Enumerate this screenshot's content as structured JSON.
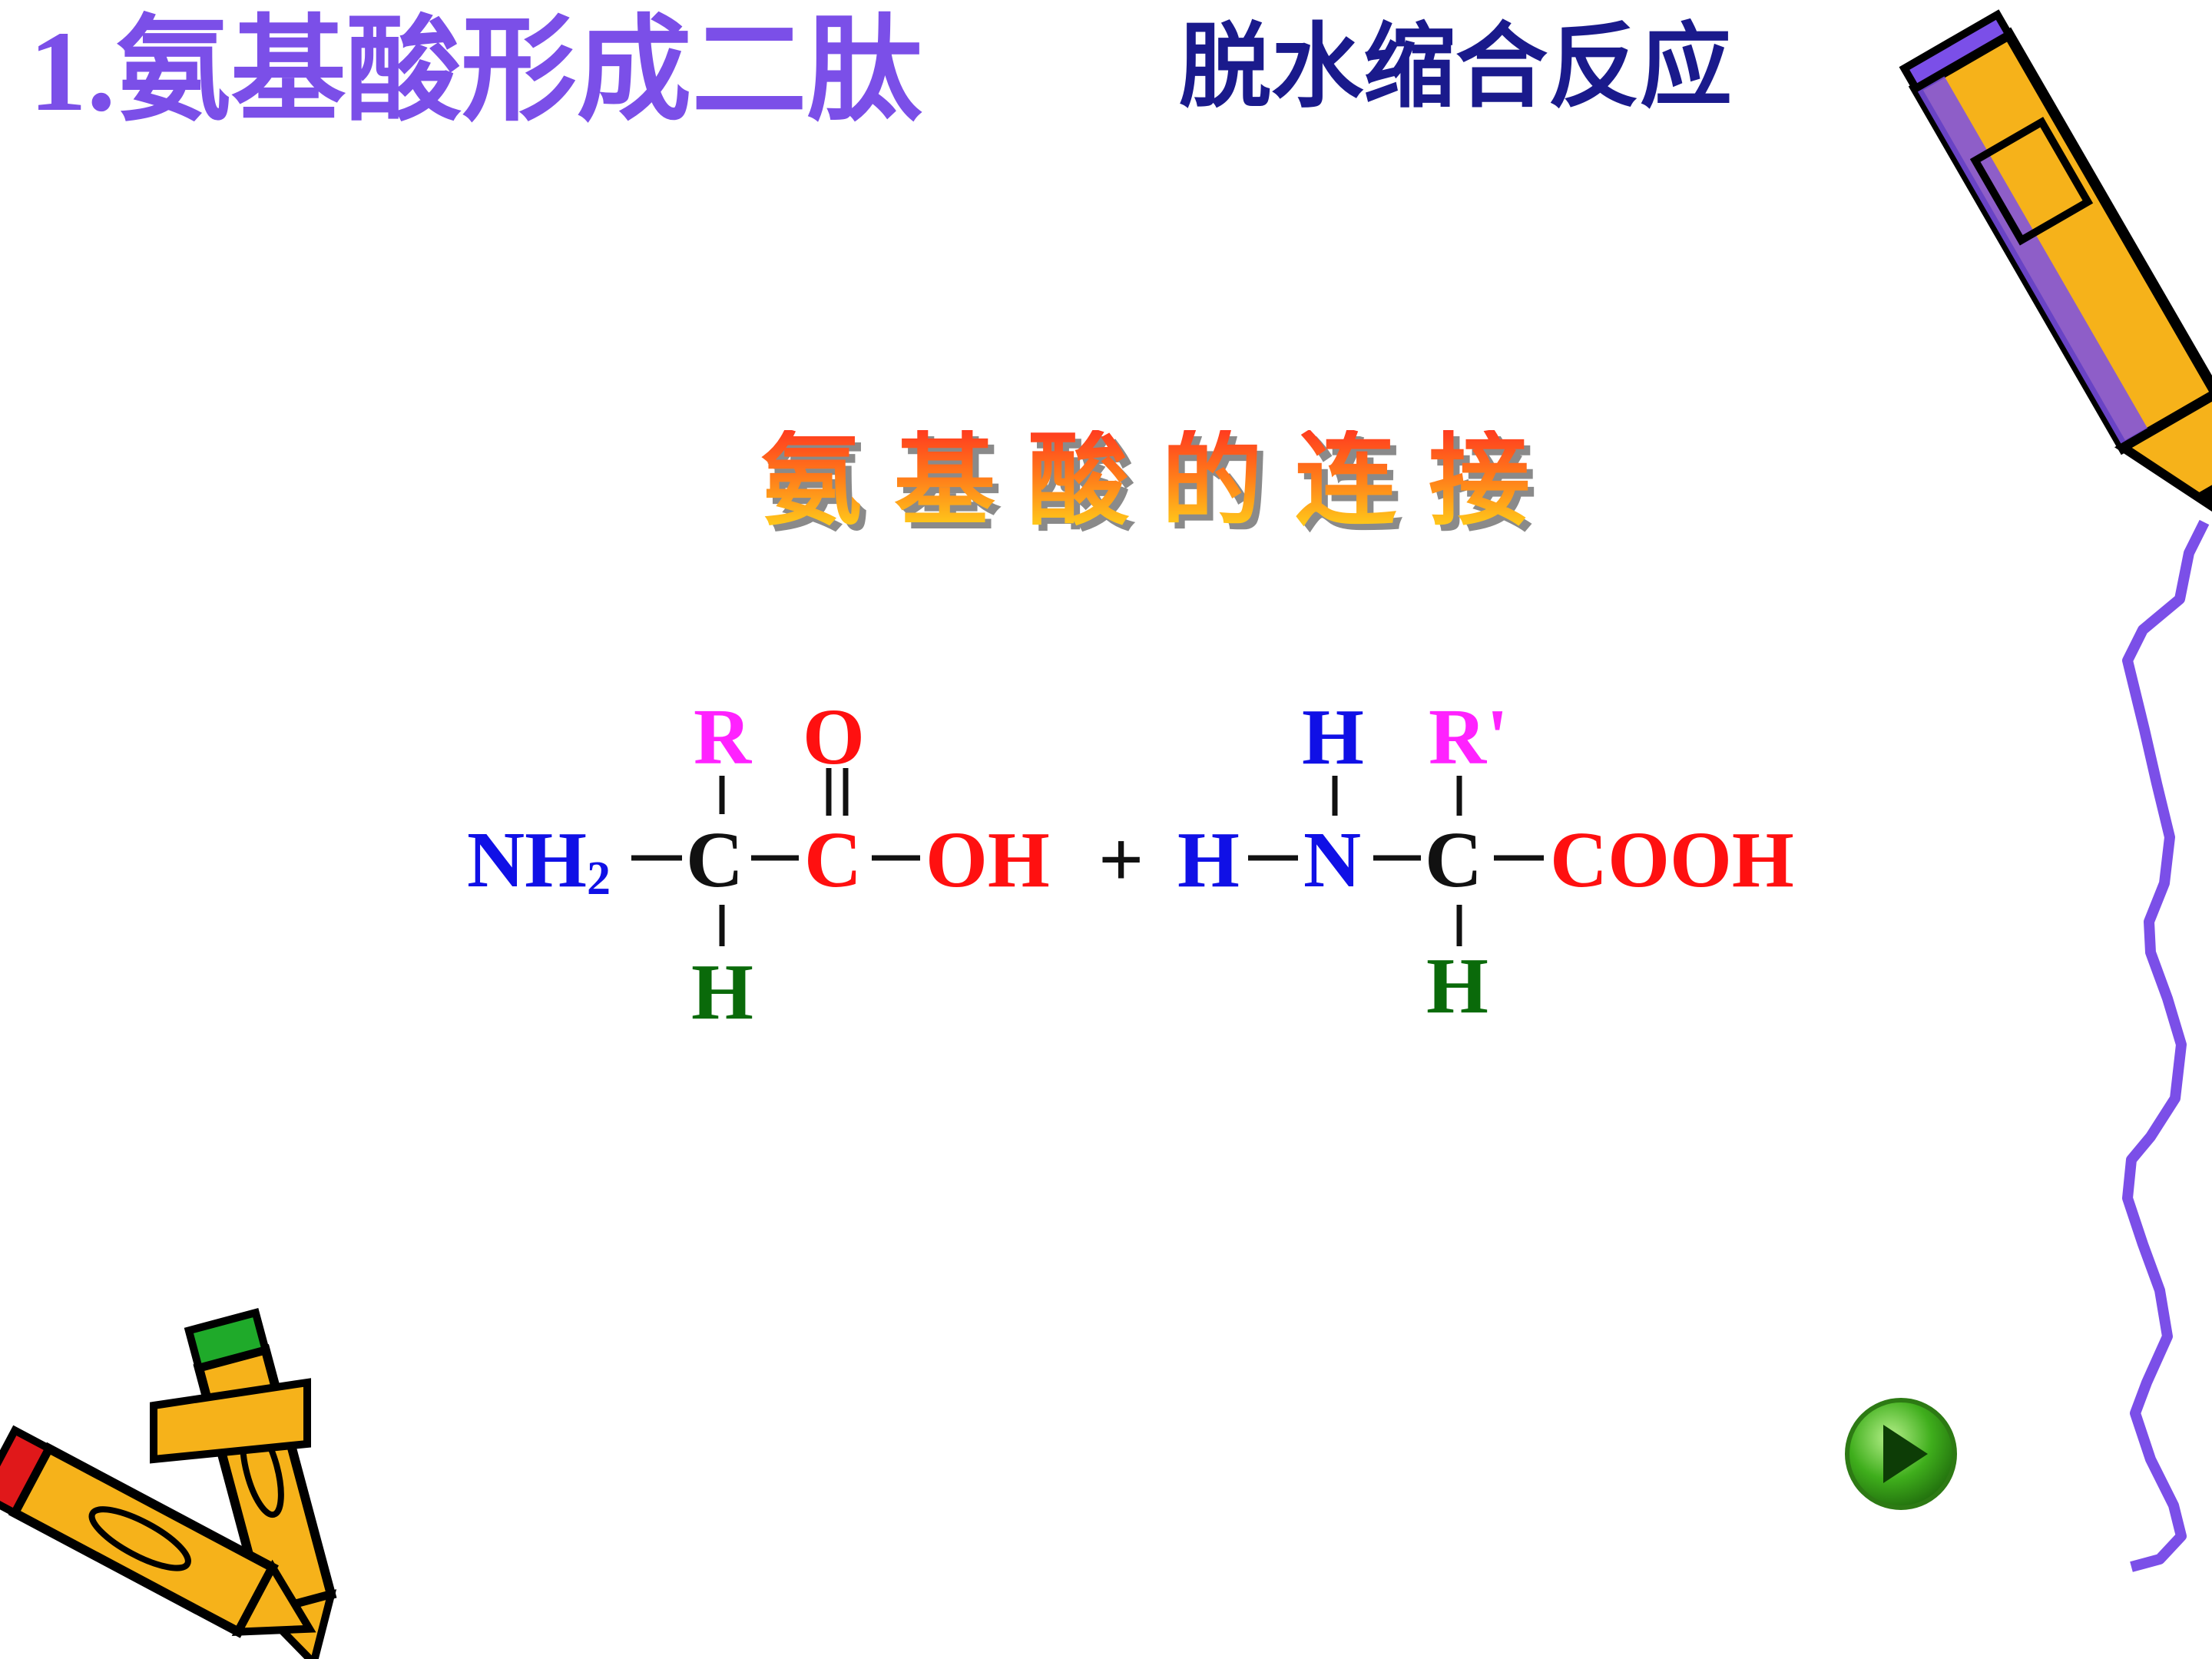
{
  "slide": {
    "title": "1.氨基酸形成二肽",
    "subtitle": "脱水缩合反应",
    "wordart": "氨基酸的连接",
    "colors": {
      "title": "#7b4fe8",
      "subtitle": "#1a1a8c",
      "amino": "#1010e6",
      "carboxyl": "#ff1010",
      "side_chain": "#ff22ff",
      "hydrogen": "#0a6a0a",
      "carbon": "#111111",
      "border_wave": "#7b4fe8"
    }
  },
  "reaction": {
    "amino_acid_1": {
      "amino_group": "NH",
      "amino_subscript": "2",
      "alpha_carbon": "C",
      "carbonyl_carbon": "C",
      "side_chain": "R",
      "carbonyl_oxygen": "O",
      "hydroxyl": "OH",
      "alpha_hydrogen": "H"
    },
    "plus": "+",
    "amino_acid_2": {
      "amino_hydrogen_left": "H",
      "amino_hydrogen_top": "H",
      "nitrogen": "N",
      "alpha_carbon": "C",
      "side_chain": "R'",
      "carboxyl_group": "COOH",
      "alpha_hydrogen": "H"
    }
  },
  "decorations": {
    "pencil_top_right": "pencil-icon",
    "pencils_bottom_left": "crossed-pencils-icon",
    "next_button": "play-icon",
    "right_border": "wavy-line"
  }
}
